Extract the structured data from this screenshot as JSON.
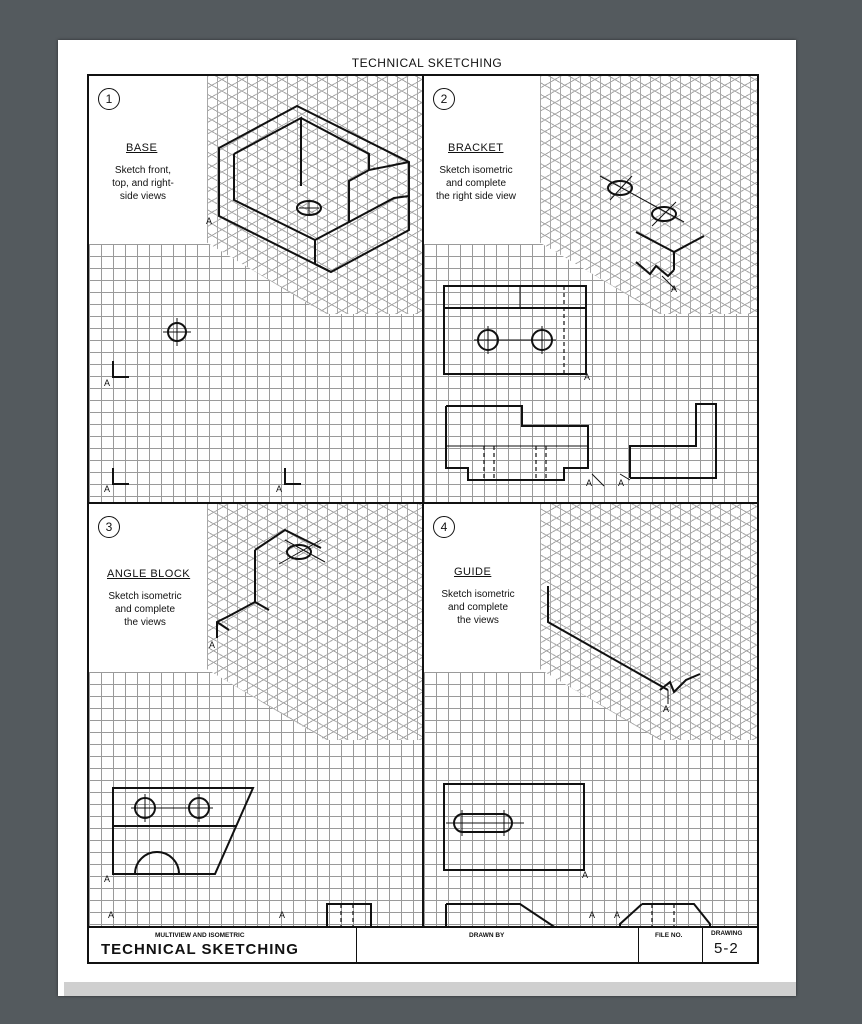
{
  "page": {
    "header": "TECHNICAL SKETCHING"
  },
  "problems": [
    {
      "number": "1",
      "title": "BASE",
      "instruction": [
        "Sketch front,",
        "top, and right-",
        "side views"
      ]
    },
    {
      "number": "2",
      "title": "BRACKET",
      "instruction": [
        "Sketch isometric",
        "and complete",
        "the right side view"
      ]
    },
    {
      "number": "3",
      "title": "ANGLE BLOCK",
      "instruction": [
        "Sketch isometric",
        "and complete",
        "the views"
      ]
    },
    {
      "number": "4",
      "title": "GUIDE",
      "instruction": [
        "Sketch isometric",
        "and complete",
        "the views"
      ]
    }
  ],
  "marker_letter": "A",
  "title_block": {
    "subtitle": "MULTIVIEW AND ISOMETRIC",
    "title": "TECHNICAL SKETCHING",
    "drawn_by_label": "DRAWN BY",
    "file_no_label": "FILE NO.",
    "drawing_label": "DRAWING",
    "drawing_number": "5-2"
  }
}
